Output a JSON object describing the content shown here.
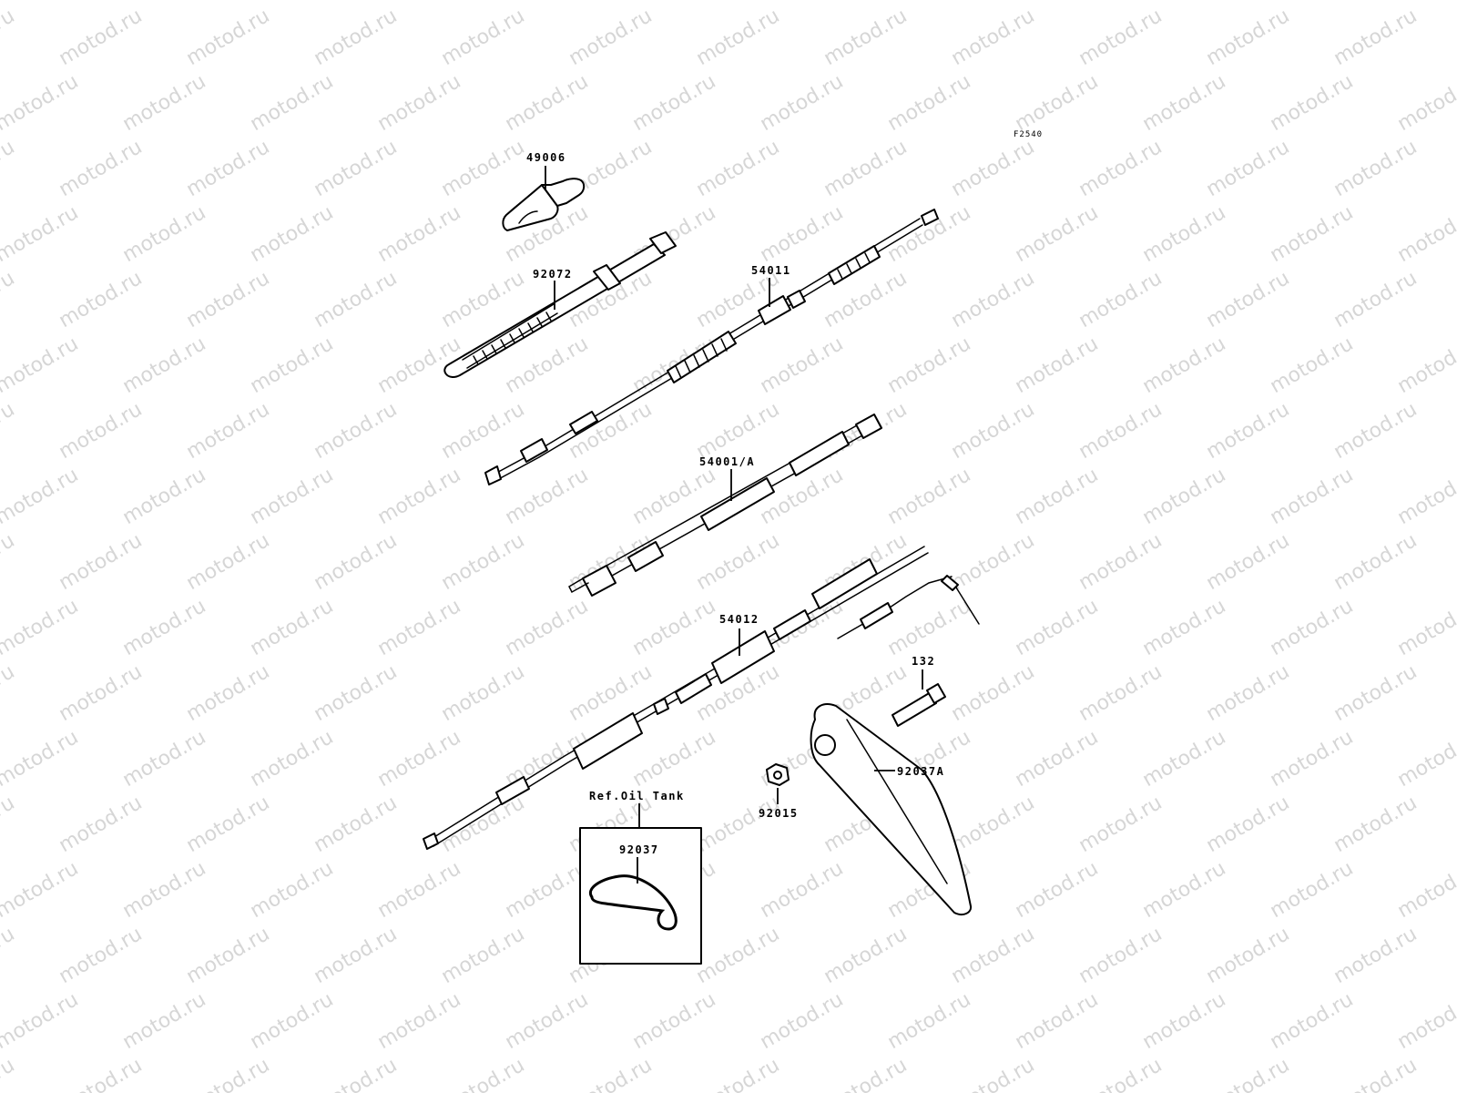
{
  "watermark": "motod.ru",
  "figure_code": "F2540",
  "ref_box_title": "Ref.Oil Tank",
  "parts": {
    "p49006": "49006",
    "p92072": "92072",
    "p54011": "54011",
    "p54001A": "54001/A",
    "p54012": "54012",
    "p132": "132",
    "p92037A": "92037A",
    "p92015": "92015",
    "p92037": "92037"
  }
}
